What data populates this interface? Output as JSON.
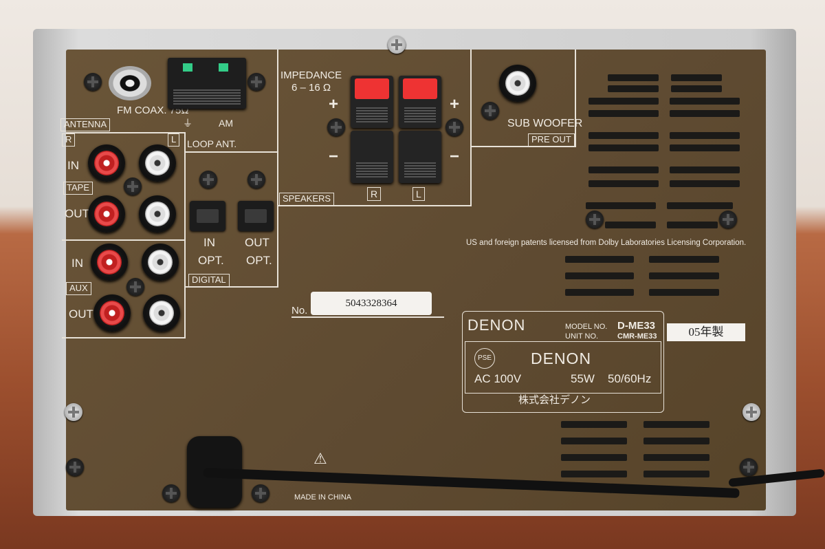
{
  "antenna": {
    "fm_label": "FM COAX. 75Ω",
    "section_label": "ANTENNA",
    "loop_label": "LOOP ANT.",
    "am_label": "AM"
  },
  "channels": {
    "r": "R",
    "l": "L"
  },
  "tape": {
    "in": "IN",
    "out": "OUT",
    "label": "TAPE"
  },
  "aux": {
    "in": "IN",
    "out": "OUT",
    "label": "AUX"
  },
  "digital": {
    "in_line1": "IN",
    "in_line2": "OPT.",
    "out_line1": "OUT",
    "out_line2": "OPT.",
    "label": "DIGITAL"
  },
  "speakers": {
    "impedance_line1": "IMPEDANCE",
    "impedance_line2": "6 – 16 Ω",
    "plus": "+",
    "minus": "−",
    "label": "SPEAKERS",
    "r": "R",
    "l": "L"
  },
  "subwoofer": {
    "line1": "SUB WOOFER",
    "line2": "PRE OUT"
  },
  "patent_text": "US and foreign patents licensed from Dolby Laboratories Licensing Corporation.",
  "serial": {
    "no_label": "No.",
    "number": "5043328364"
  },
  "rating": {
    "brand": "DENON",
    "model_no_label": "MODEL NO.",
    "model_no": "D-ME33",
    "unit_no_label": "UNIT NO.",
    "unit_no": "CMR-ME33",
    "year_tag": "05年製",
    "pse": "PSE",
    "brand2": "DENON",
    "voltage": "AC 100V",
    "power": "55W",
    "frequency": "50/60Hz",
    "maker": "株式会社デノン"
  },
  "made_in": "MADE IN CHINA",
  "colors": {
    "panel": "#665238",
    "frame": "#cfcfcf",
    "print": "#f1ece4",
    "rca_red": "#c02020",
    "speaker_red": "#e33333"
  }
}
